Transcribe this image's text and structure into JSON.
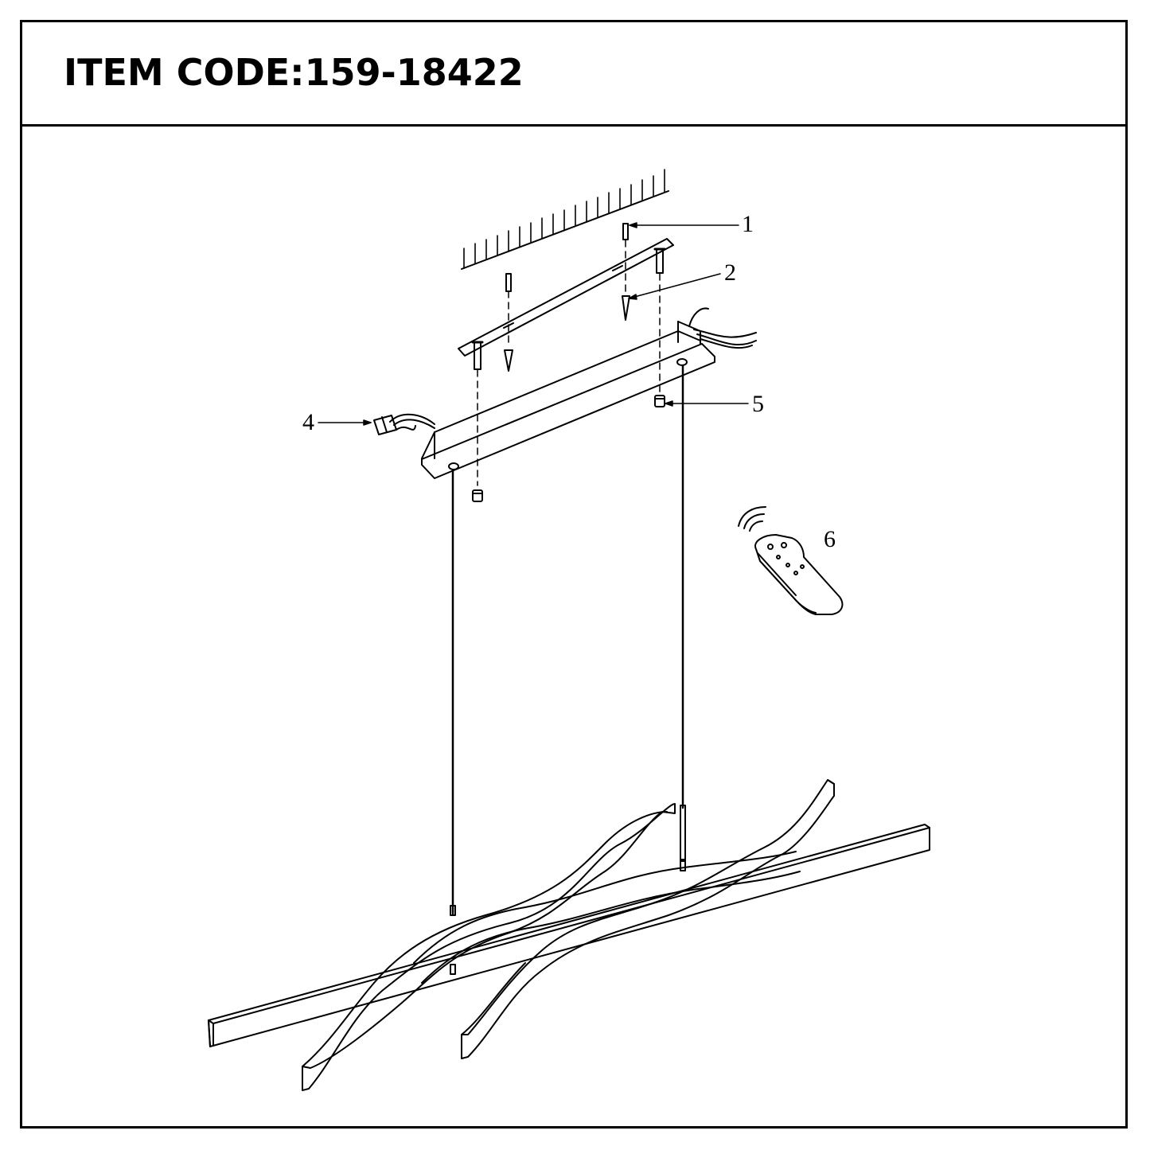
{
  "header": {
    "item_code_label": "ITEM CODE:",
    "item_code_value": "159-18422"
  },
  "callouts": {
    "c1": "1",
    "c2": "2",
    "c3": "4",
    "c4": "5",
    "c5": "6"
  }
}
